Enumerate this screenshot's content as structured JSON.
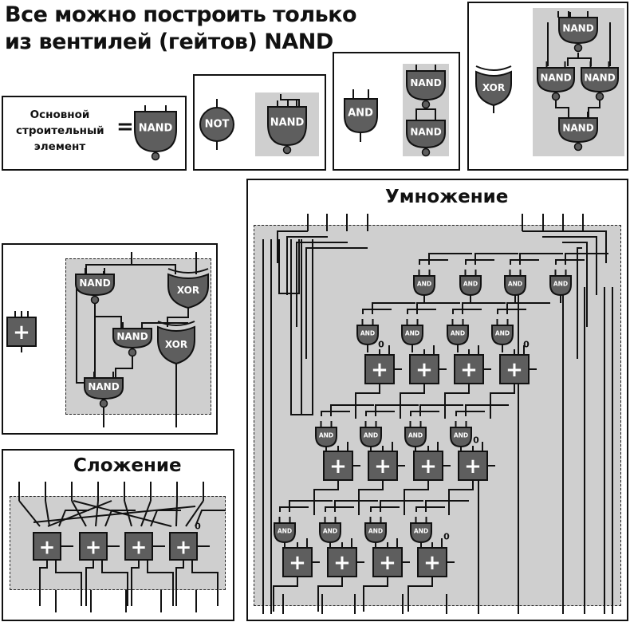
{
  "title": {
    "line1": "Все можно построить только",
    "line2": "из вентилей (гейтов) NAND"
  },
  "basic": {
    "line1": "Основной",
    "line2": "строительный",
    "line3": "элемент",
    "equals": "="
  },
  "labels": {
    "nand": "NAND",
    "not": "NOT",
    "and": "AND",
    "xor": "XOR",
    "and_small": "AND",
    "plus": "+",
    "zero": "0"
  },
  "sections": {
    "addition": "Сложение",
    "multiplication": "Умножение"
  },
  "colors": {
    "gate": "#5e5e5e",
    "shade": "#cfcfcf",
    "ink": "#111111"
  }
}
